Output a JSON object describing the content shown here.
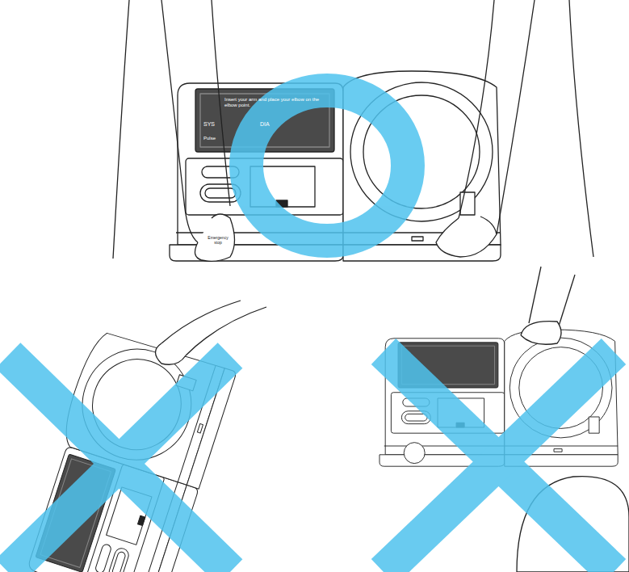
{
  "diagram": {
    "labels": [
      "Insert your arm and place your elbow on the elbow point.",
      "SYS",
      "DIA",
      "Pulse",
      "Emergency stop"
    ]
  }
}
